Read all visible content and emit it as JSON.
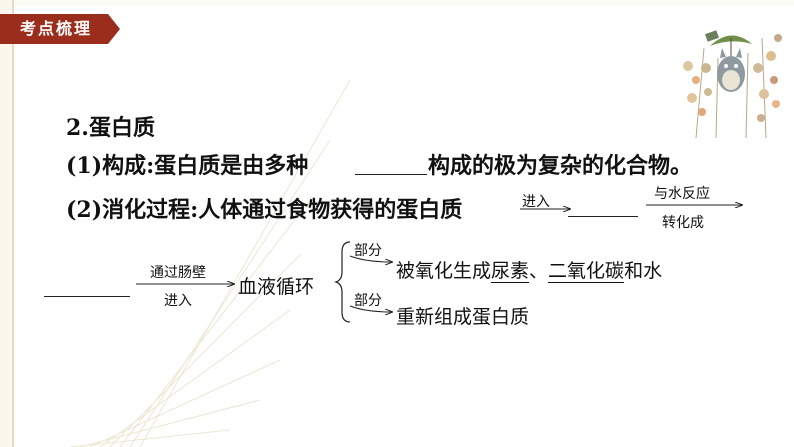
{
  "badge": {
    "label": "考点梳理"
  },
  "section": {
    "title": "2.蛋白质"
  },
  "line1": {
    "prefix": "(1)构成:蛋白质是由多种",
    "suffix": "构成的极为复杂的化合物。"
  },
  "line2": {
    "prefix": "(2)消化过程:人体通过食物获得的蛋白质",
    "arrow1_top": "进入",
    "arrow2_top": "与水反应",
    "arrow2_bottom": "转化成"
  },
  "line3": {
    "arrow3_top": "通过肠壁",
    "arrow3_bottom": "进入",
    "blood": "血液循环",
    "branch1": {
      "arrow_label": "部分",
      "text_prefix": "被氧化生成",
      "urea": "尿素",
      "sep": "、",
      "co2": "二氧化碳",
      "text_suffix": "和水"
    },
    "branch2": {
      "arrow_label": "部分",
      "text": "重新组成蛋白质"
    }
  }
}
